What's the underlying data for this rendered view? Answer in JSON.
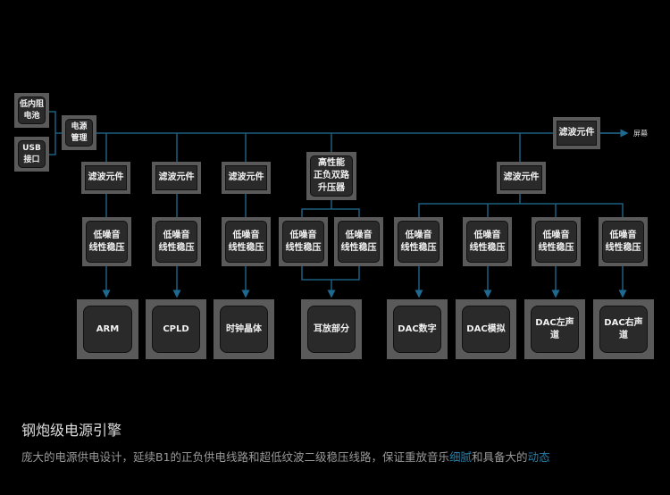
{
  "sources": {
    "battery": "低内阻\n电池",
    "usb": "USB\n接口"
  },
  "power_mgmt": "电源\n管理",
  "filter": "滤波元件",
  "screen": "屏幕",
  "boost": "高性能\n正负双路\n升压器",
  "ldo": "低噪音\n线性稳压",
  "outputs": [
    "ARM",
    "CPLD",
    "时钟晶体",
    "耳放部分",
    "DAC数字",
    "DAC模拟",
    "DAC左声道",
    "DAC右声道"
  ],
  "footer": {
    "title": "钢炮级电源引擎",
    "desc_pre": "庞大的电源供电设计，延续B1的正负供电线路和超低纹波二级稳压线路，保证重放音乐",
    "hl1": "细腻",
    "desc_mid": "和具备大的",
    "hl2": "动态"
  },
  "colors": {
    "line": "#1e5f80",
    "highlight": "#2a7fa8"
  }
}
